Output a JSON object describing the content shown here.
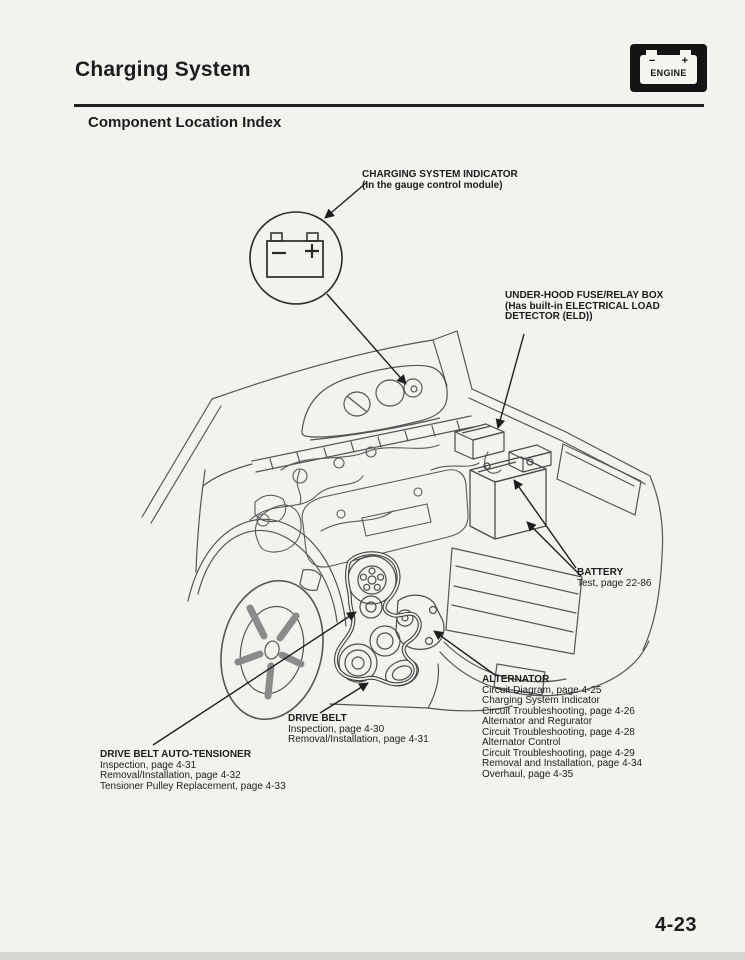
{
  "header": {
    "title": "Charging System",
    "section": "Component Location Index",
    "badge": {
      "label": "ENGINE",
      "minus": "−",
      "plus": "+"
    }
  },
  "callout": {
    "minus": "−",
    "plus": "+"
  },
  "labels": {
    "charging_indicator": {
      "title": "CHARGING SYSTEM INDICATOR",
      "lines": [
        "(In the gauge control module)"
      ]
    },
    "fuse_relay_box": {
      "title": "UNDER-HOOD FUSE/RELAY BOX",
      "lines": [
        "(Has built-in ELECTRICAL LOAD",
        "DETECTOR (ELD))"
      ]
    },
    "battery": {
      "title": "BATTERY",
      "lines": [
        "Test, page 22-86"
      ]
    },
    "alternator": {
      "title": "ALTERNATOR",
      "lines": [
        "Circuit Diagram, page 4-25",
        "Charging System Indicator",
        "Circuit Troubleshooting, page 4-26",
        "Alternator and Regurator",
        "Circuit Troubleshooting, page 4-28",
        "Alternator Control",
        "Circuit Troubleshooting, page 4-29",
        "Removal and Installation, page 4-34",
        "Overhaul, page 4-35"
      ]
    },
    "drive_belt": {
      "title": "DRIVE BELT",
      "lines": [
        "Inspection, page 4-30",
        "Removal/Installation, page 4-31"
      ]
    },
    "auto_tensioner": {
      "title": "DRIVE BELT AUTO-TENSIONER",
      "lines": [
        "Inspection, page 4-31",
        "Removal/Installation, page 4-32",
        "Tensioner Pulley Replacement, page 4-33"
      ]
    }
  },
  "footer": {
    "page_number": "4-23"
  }
}
